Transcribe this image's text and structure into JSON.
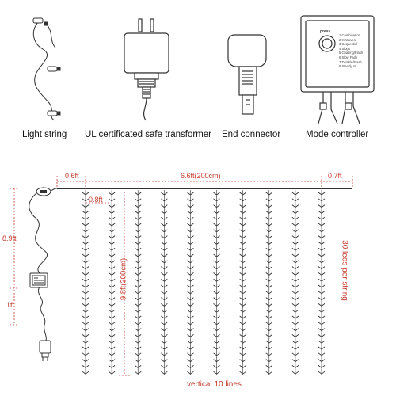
{
  "top_row": {
    "captions": {
      "light_string": "Light string",
      "transformer": "UL certificated safe transformer",
      "end_connector": "End connector",
      "mode_controller": "Mode controller"
    },
    "controller_button": "press",
    "controller_modes": [
      "1 Combination",
      "2 In Waves",
      "3 Sequential",
      "4 Slogs",
      "5 Chasing/Flash",
      "6 Slow Fade",
      "7 Twinkle/Flash",
      "8 Steady on"
    ]
  },
  "curtain": {
    "dimensions": {
      "left_gap": "0.6ft",
      "width": "6.6ft(200cm)",
      "right_gap": "0.7ft",
      "line_spacing": "0.8ft",
      "line_length": "9.8ft(300cm)",
      "lead_wire": "8.9ft",
      "plug_wire": "1ft"
    },
    "leds_per_string": "30 leds per string",
    "lines_caption": "vertical 10 lines",
    "line_count": 10,
    "leds_per_line": 30,
    "accent_color": "#c43b2c",
    "wire_color": "#333333"
  }
}
